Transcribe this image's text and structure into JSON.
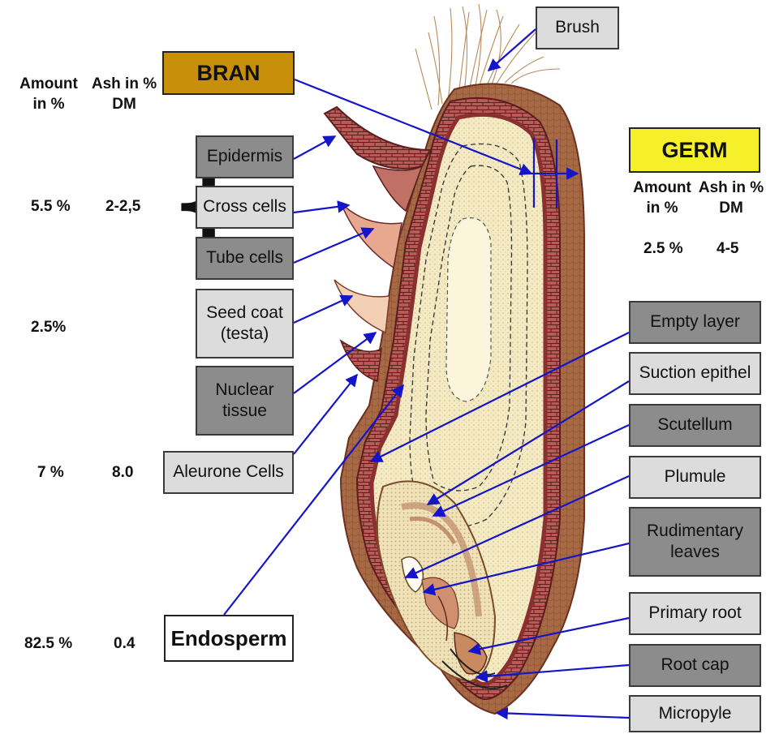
{
  "bran": {
    "title": "BRAN",
    "amount_header": "Amount\nin %",
    "ash_header": "Ash in %\nDM",
    "color": "#c8900a"
  },
  "germ": {
    "title": "GERM",
    "amount_header": "Amount\nin %",
    "ash_header": "Ash in %\nDM",
    "amount": "2.5 %",
    "ash": "4-5",
    "color": "#f5f02a"
  },
  "rows": {
    "outer_layers": {
      "amount": "5.5 %",
      "ash": "2-2,5"
    },
    "seed_coat": {
      "amount": "2.5%"
    },
    "aleurone": {
      "amount": "7 %",
      "ash": "8.0"
    },
    "endosperm": {
      "amount": "82.5 %",
      "ash": "0.4"
    }
  },
  "left_labels": {
    "epidermis": "Epidermis",
    "cross_cells": "Cross cells",
    "tube_cells": "Tube cells",
    "seed_coat": "Seed coat\n(testa)",
    "nuclear_tissue": "Nuclear\ntissue",
    "aleurone_cells": "Aleurone Cells",
    "endosperm": "Endosperm"
  },
  "right_labels": {
    "brush": "Brush",
    "empty_layer": "Empty layer",
    "suction_epithel": "Suction epithel",
    "scutellum": "Scutellum",
    "plumule": "Plumule",
    "rudimentary_leaves": "Rudimentary\nleaves",
    "primary_root": "Primary root",
    "root_cap": "Root cap",
    "micropyle": "Micropyle"
  },
  "colors": {
    "arrow": "#1414c8",
    "label_dark": "#8c8c8c",
    "label_light": "#dcdcdc"
  }
}
